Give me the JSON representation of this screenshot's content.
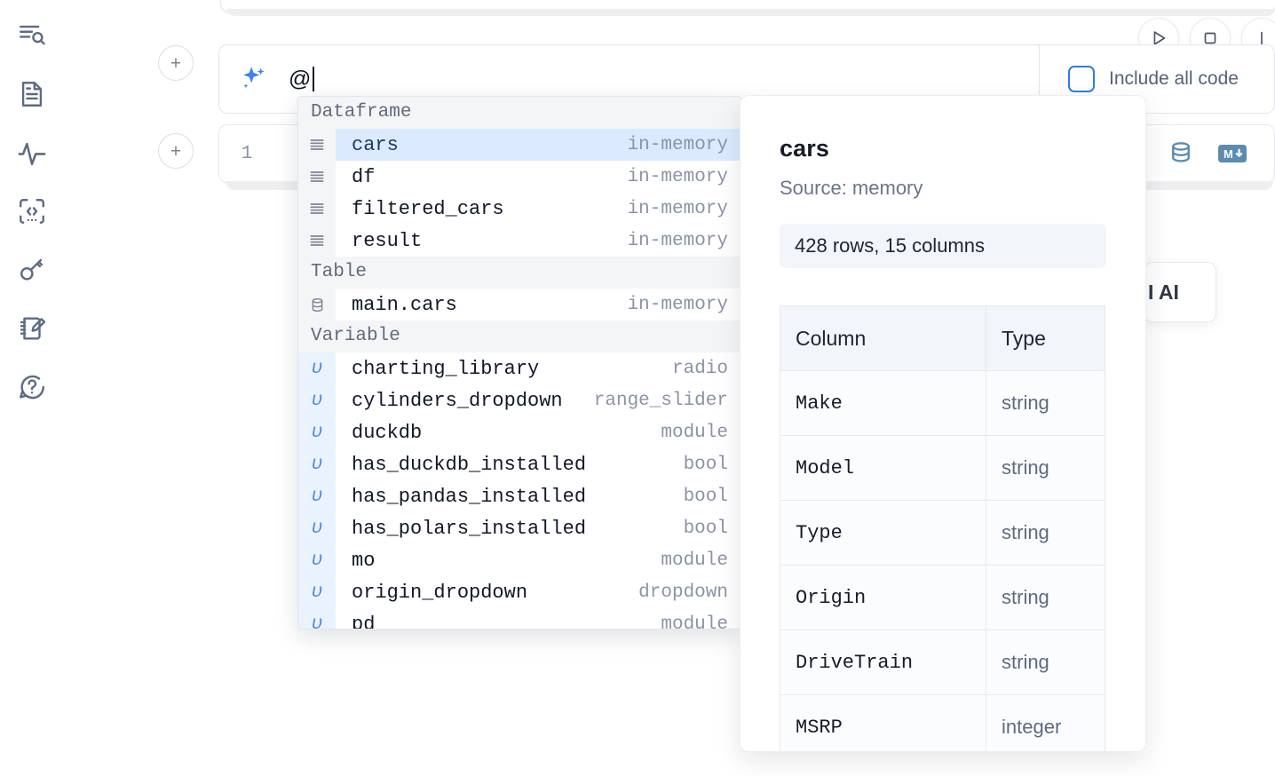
{
  "sidebar": {
    "items": [
      {
        "name": "explore-icon",
        "label": "Explore"
      },
      {
        "name": "document-icon",
        "label": "Notebook"
      },
      {
        "name": "activity-icon",
        "label": "Activity"
      },
      {
        "name": "code-icon",
        "label": "Snippets"
      },
      {
        "name": "key-icon",
        "label": "Secrets"
      },
      {
        "name": "scratchpad-icon",
        "label": "Scratchpad"
      },
      {
        "name": "help-icon",
        "label": "Help"
      }
    ]
  },
  "toolbar": {
    "add_cell_label": "+",
    "run_label": "Run",
    "stop_label": "Interrupt"
  },
  "ai_prompt": {
    "value": "@",
    "icon": "sparkle-icon",
    "include_all_code_label": "Include all code",
    "include_all_code_checked": false
  },
  "code_cell": {
    "line_number": "1",
    "content": "",
    "icons": [
      "database-icon",
      "markdown-icon"
    ]
  },
  "floating_card": {
    "text": "I AI"
  },
  "autocomplete": {
    "groups": [
      {
        "label": "Dataframe",
        "items": [
          {
            "icon": "dataframe-icon",
            "name": "cars",
            "type": "in-memory",
            "selected": true
          },
          {
            "icon": "dataframe-icon",
            "name": "df",
            "type": "in-memory",
            "selected": false
          },
          {
            "icon": "dataframe-icon",
            "name": "filtered_cars",
            "type": "in-memory",
            "selected": false
          },
          {
            "icon": "dataframe-icon",
            "name": "result",
            "type": "in-memory",
            "selected": false
          }
        ]
      },
      {
        "label": "Table",
        "items": [
          {
            "icon": "table-icon",
            "name": "main.cars",
            "type": "in-memory",
            "selected": false
          }
        ]
      },
      {
        "label": "Variable",
        "items": [
          {
            "icon": "variable-icon",
            "name": "charting_library",
            "type": "radio",
            "selected": false
          },
          {
            "icon": "variable-icon",
            "name": "cylinders_dropdown",
            "type": "range_slider",
            "selected": false
          },
          {
            "icon": "variable-icon",
            "name": "duckdb",
            "type": "module",
            "selected": false
          },
          {
            "icon": "variable-icon",
            "name": "has_duckdb_installed",
            "type": "bool",
            "selected": false
          },
          {
            "icon": "variable-icon",
            "name": "has_pandas_installed",
            "type": "bool",
            "selected": false
          },
          {
            "icon": "variable-icon",
            "name": "has_polars_installed",
            "type": "bool",
            "selected": false
          },
          {
            "icon": "variable-icon",
            "name": "mo",
            "type": "module",
            "selected": false
          },
          {
            "icon": "variable-icon",
            "name": "origin_dropdown",
            "type": "dropdown",
            "selected": false
          },
          {
            "icon": "variable-icon",
            "name": "pd",
            "type": "module",
            "selected": false
          }
        ]
      }
    ]
  },
  "detail": {
    "title": "cars",
    "source": "Source: memory",
    "stats": "428 rows, 15 columns",
    "columns_header": "Column",
    "type_header": "Type",
    "rows": [
      {
        "column": "Make",
        "type": "string"
      },
      {
        "column": "Model",
        "type": "string"
      },
      {
        "column": "Type",
        "type": "string"
      },
      {
        "column": "Origin",
        "type": "string"
      },
      {
        "column": "DriveTrain",
        "type": "string"
      },
      {
        "column": "MSRP",
        "type": "integer"
      }
    ]
  },
  "colors": {
    "accent": "#3b82f6",
    "selection": "#dbeafe",
    "icon": "#5c6b84",
    "db_icon": "#5b8cb0"
  }
}
